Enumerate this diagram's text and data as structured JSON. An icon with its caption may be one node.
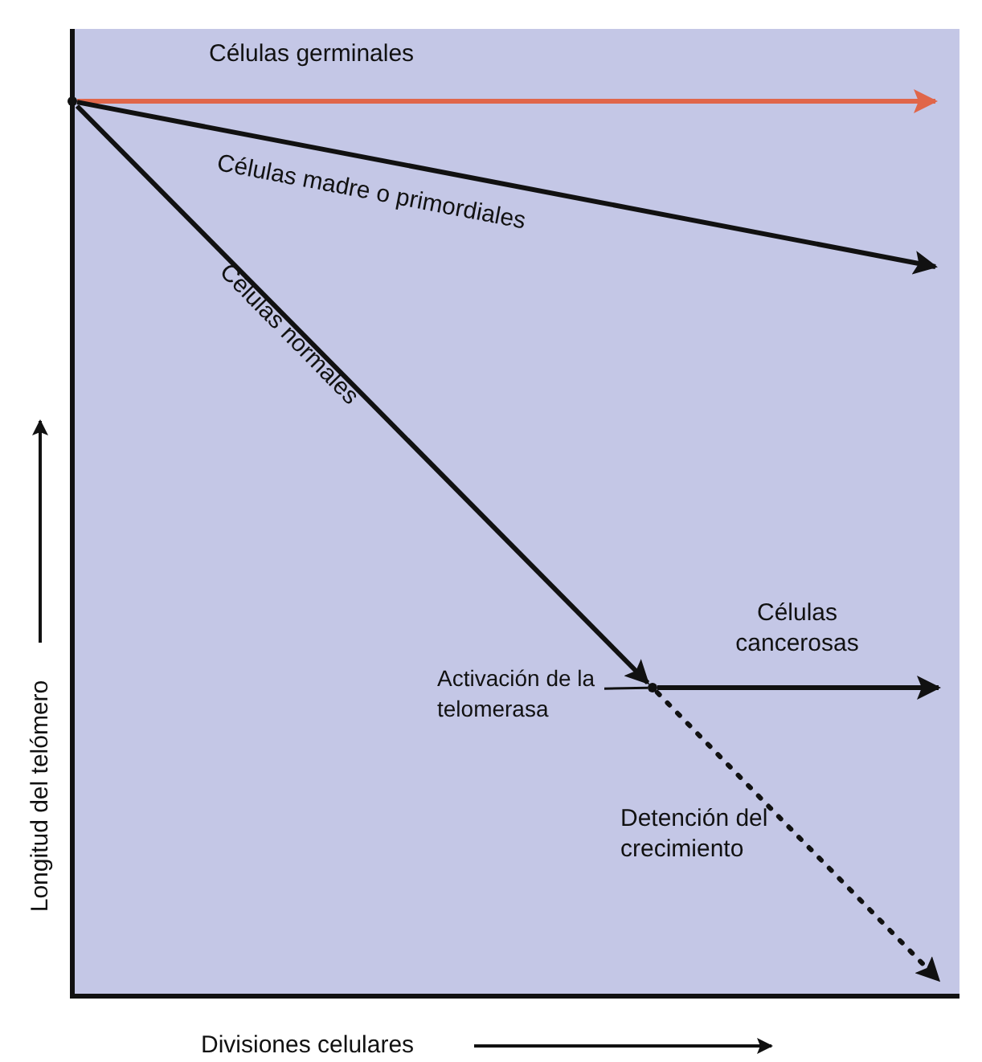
{
  "diagram": {
    "nodes": [
      {
        "text": [],
        "shape": "point"
      },
      {
        "text": [],
        "shape": "point"
      },
      {
        "text": [
          "Activación de la telomerasa"
        ]
      }
    ],
    "edges": [
      {
        "from": 0,
        "to": null,
        "arrow": "to",
        "label": "Células germinales",
        "color": "#e0664a"
      },
      {
        "from": 0,
        "to": null,
        "arrow": "to",
        "label": "Células madre o primordiales"
      },
      {
        "from": 0,
        "to": 1,
        "arrow": "to",
        "label": "Células normales"
      },
      {
        "from": 1,
        "to": null,
        "arrow": "to",
        "label": "Células cancerosas"
      },
      {
        "from": 1,
        "to": null,
        "arrow": "to",
        "label": "Detención del crecimiento",
        "style": "dashed"
      },
      {
        "from": 2,
        "to": 1,
        "arrow": "none"
      }
    ],
    "labels": [
      "Longitud del telómero",
      "Divisiones celulares"
    ]
  }
}
